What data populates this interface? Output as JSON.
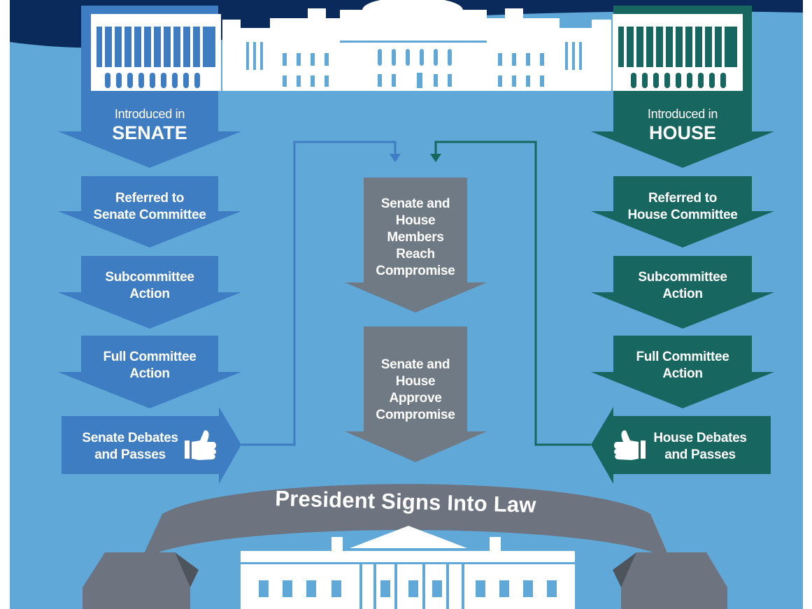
{
  "colors": {
    "background": "#5fa8d8",
    "night_sky": "#0a2a5c",
    "senate_blue": "#3f7dc3",
    "house_teal": "#17665f",
    "compromise_gray": "#6f7a85",
    "banner_gray": "#6d7480",
    "banner_dark": "#4e545c",
    "building_white": "#ffffff"
  },
  "senate": {
    "introduced_small": "Introduced in",
    "introduced_big": "SENATE",
    "committee_line1": "Referred to",
    "committee_line2": "Senate Committee",
    "subcommittee_line1": "Subcommittee",
    "subcommittee_line2": "Action",
    "full_line1": "Full Committee",
    "full_line2": "Action",
    "passes_line1": "Senate Debates",
    "passes_line2": "and Passes"
  },
  "house": {
    "introduced_small": "Introduced in",
    "introduced_big": "HOUSE",
    "committee_line1": "Referred to",
    "committee_line2": "House Committee",
    "subcommittee_line1": "Subcommittee",
    "subcommittee_line2": "Action",
    "full_line1": "Full Committee",
    "full_line2": "Action",
    "passes_line1": "House Debates",
    "passes_line2": "and Passes"
  },
  "compromise": {
    "reach_lines": [
      "Senate and",
      "House",
      "Members",
      "Reach",
      "Compromise"
    ],
    "approve_lines": [
      "Senate and",
      "House",
      "Approve",
      "Compromise"
    ]
  },
  "banner": {
    "text": "President Signs Into Law"
  },
  "icons": [
    "capitol-building-icon",
    "white-house-icon",
    "thumbs-up-icon"
  ]
}
